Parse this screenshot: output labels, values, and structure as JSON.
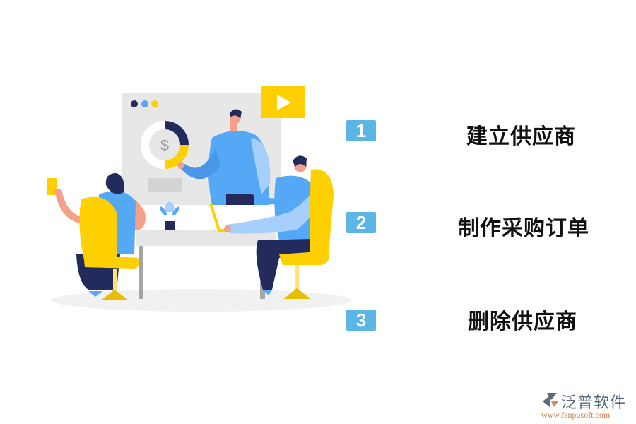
{
  "steps": [
    {
      "number": "1",
      "label": "建立供应商"
    },
    {
      "number": "2",
      "label": "制作采购订单"
    },
    {
      "number": "3",
      "label": "删除供应商"
    }
  ],
  "illustration": {
    "board_symbol": "$",
    "play_icon": "play-icon"
  },
  "logo": {
    "name": "泛普软件",
    "url": "www.fanpusoft.com"
  },
  "colors": {
    "badge": "#5bb6e6",
    "yellow": "#ffd000",
    "blue": "#55a8f5",
    "navy": "#232a5c"
  }
}
